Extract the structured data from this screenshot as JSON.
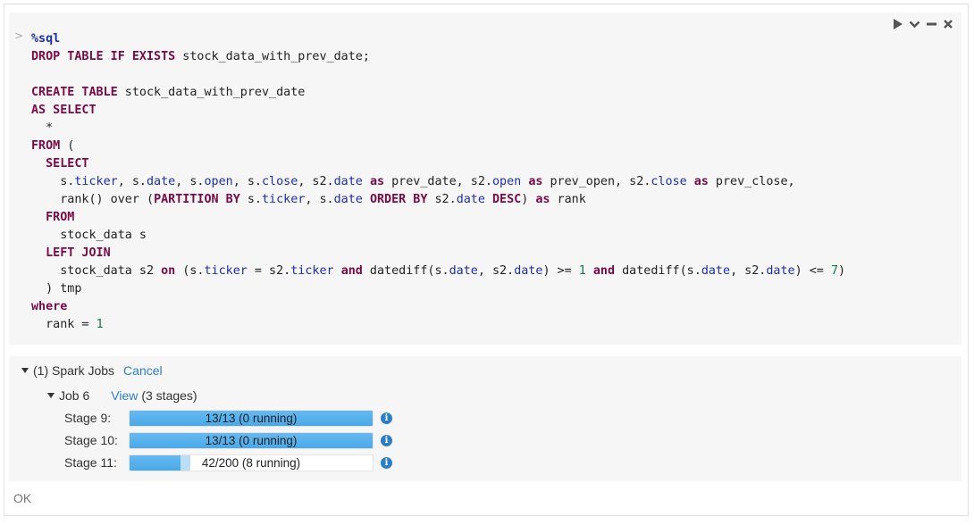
{
  "cell": {
    "gutter": ">",
    "code_lines": [
      [
        {
          "t": "%sql",
          "c": "fn b"
        }
      ],
      [
        {
          "t": "DROP TABLE IF EXISTS",
          "c": "kw"
        },
        {
          "t": " stock_data_with_prev_date;"
        }
      ],
      [],
      [
        {
          "t": "CREATE TABLE",
          "c": "kw"
        },
        {
          "t": " stock_data_with_prev_date"
        }
      ],
      [
        {
          "t": "AS SELECT",
          "c": "kw"
        }
      ],
      [
        {
          "t": "  *"
        }
      ],
      [
        {
          "t": "FROM",
          "c": "kw"
        },
        {
          "t": " ("
        }
      ],
      [
        {
          "t": "  "
        },
        {
          "t": "SELECT",
          "c": "kw"
        }
      ],
      [
        {
          "t": "    s."
        },
        {
          "t": "ticker",
          "c": "fn"
        },
        {
          "t": ", s."
        },
        {
          "t": "date",
          "c": "fn"
        },
        {
          "t": ", s."
        },
        {
          "t": "open",
          "c": "fn"
        },
        {
          "t": ", s."
        },
        {
          "t": "close",
          "c": "fn"
        },
        {
          "t": ", s2."
        },
        {
          "t": "date",
          "c": "fn"
        },
        {
          "t": " "
        },
        {
          "t": "as",
          "c": "kw"
        },
        {
          "t": " prev_date, s2."
        },
        {
          "t": "open",
          "c": "fn"
        },
        {
          "t": " "
        },
        {
          "t": "as",
          "c": "kw"
        },
        {
          "t": " prev_open, s2."
        },
        {
          "t": "close",
          "c": "fn"
        },
        {
          "t": " "
        },
        {
          "t": "as",
          "c": "kw"
        },
        {
          "t": " prev_close,"
        }
      ],
      [
        {
          "t": "    rank() over ("
        },
        {
          "t": "PARTITION BY",
          "c": "kw"
        },
        {
          "t": " s."
        },
        {
          "t": "ticker",
          "c": "fn"
        },
        {
          "t": ", s."
        },
        {
          "t": "date",
          "c": "fn"
        },
        {
          "t": " "
        },
        {
          "t": "ORDER BY",
          "c": "kw"
        },
        {
          "t": " s2."
        },
        {
          "t": "date",
          "c": "fn"
        },
        {
          "t": " "
        },
        {
          "t": "DESC",
          "c": "kw"
        },
        {
          "t": ") "
        },
        {
          "t": "as",
          "c": "kw"
        },
        {
          "t": " rank"
        }
      ],
      [
        {
          "t": "  "
        },
        {
          "t": "FROM",
          "c": "kw"
        }
      ],
      [
        {
          "t": "    stock_data s"
        }
      ],
      [
        {
          "t": "  "
        },
        {
          "t": "LEFT JOIN",
          "c": "kw"
        }
      ],
      [
        {
          "t": "    stock_data s2 "
        },
        {
          "t": "on",
          "c": "kw"
        },
        {
          "t": " (s."
        },
        {
          "t": "ticker",
          "c": "fn"
        },
        {
          "t": " = s2."
        },
        {
          "t": "ticker",
          "c": "fn"
        },
        {
          "t": " "
        },
        {
          "t": "and",
          "c": "kw"
        },
        {
          "t": " datediff(s."
        },
        {
          "t": "date",
          "c": "fn"
        },
        {
          "t": ", s2."
        },
        {
          "t": "date",
          "c": "fn"
        },
        {
          "t": ") >= "
        },
        {
          "t": "1",
          "c": "num"
        },
        {
          "t": " "
        },
        {
          "t": "and",
          "c": "kw"
        },
        {
          "t": " datediff(s."
        },
        {
          "t": "date",
          "c": "fn"
        },
        {
          "t": ", s2."
        },
        {
          "t": "date",
          "c": "fn"
        },
        {
          "t": ") <= "
        },
        {
          "t": "7",
          "c": "num"
        },
        {
          "t": ")"
        }
      ],
      [
        {
          "t": "  ) tmp"
        }
      ],
      [
        {
          "t": "where",
          "c": "kw"
        }
      ],
      [
        {
          "t": "  rank = "
        },
        {
          "t": "1",
          "c": "num"
        }
      ]
    ]
  },
  "toolbar": {
    "run_icon": "play-icon",
    "menu_icon": "chevron-down-icon",
    "minimize_icon": "minus-icon",
    "close_icon": "close-icon"
  },
  "jobs": {
    "header_label": "(1) Spark Jobs",
    "cancel_label": "Cancel",
    "job": {
      "label": "Job 6",
      "view_label": "View",
      "stages_count": "(3 stages)"
    },
    "stages": [
      {
        "label": "Stage 9:",
        "text": "13/13 (0 running)",
        "done": 13,
        "running": 0,
        "total": 13
      },
      {
        "label": "Stage 10:",
        "text": "13/13 (0 running)",
        "done": 13,
        "running": 0,
        "total": 13
      },
      {
        "label": "Stage 11:",
        "text": "42/200 (8 running)",
        "done": 42,
        "running": 8,
        "total": 200
      }
    ],
    "info_glyph": "i"
  },
  "status": "OK",
  "colors": {
    "accent": "#2c7fc4",
    "progress": "#4aa8e8",
    "progress_running": "#b9def6",
    "keyword": "#7a0a45",
    "property": "#1c2fa8",
    "number": "#117a4a"
  }
}
